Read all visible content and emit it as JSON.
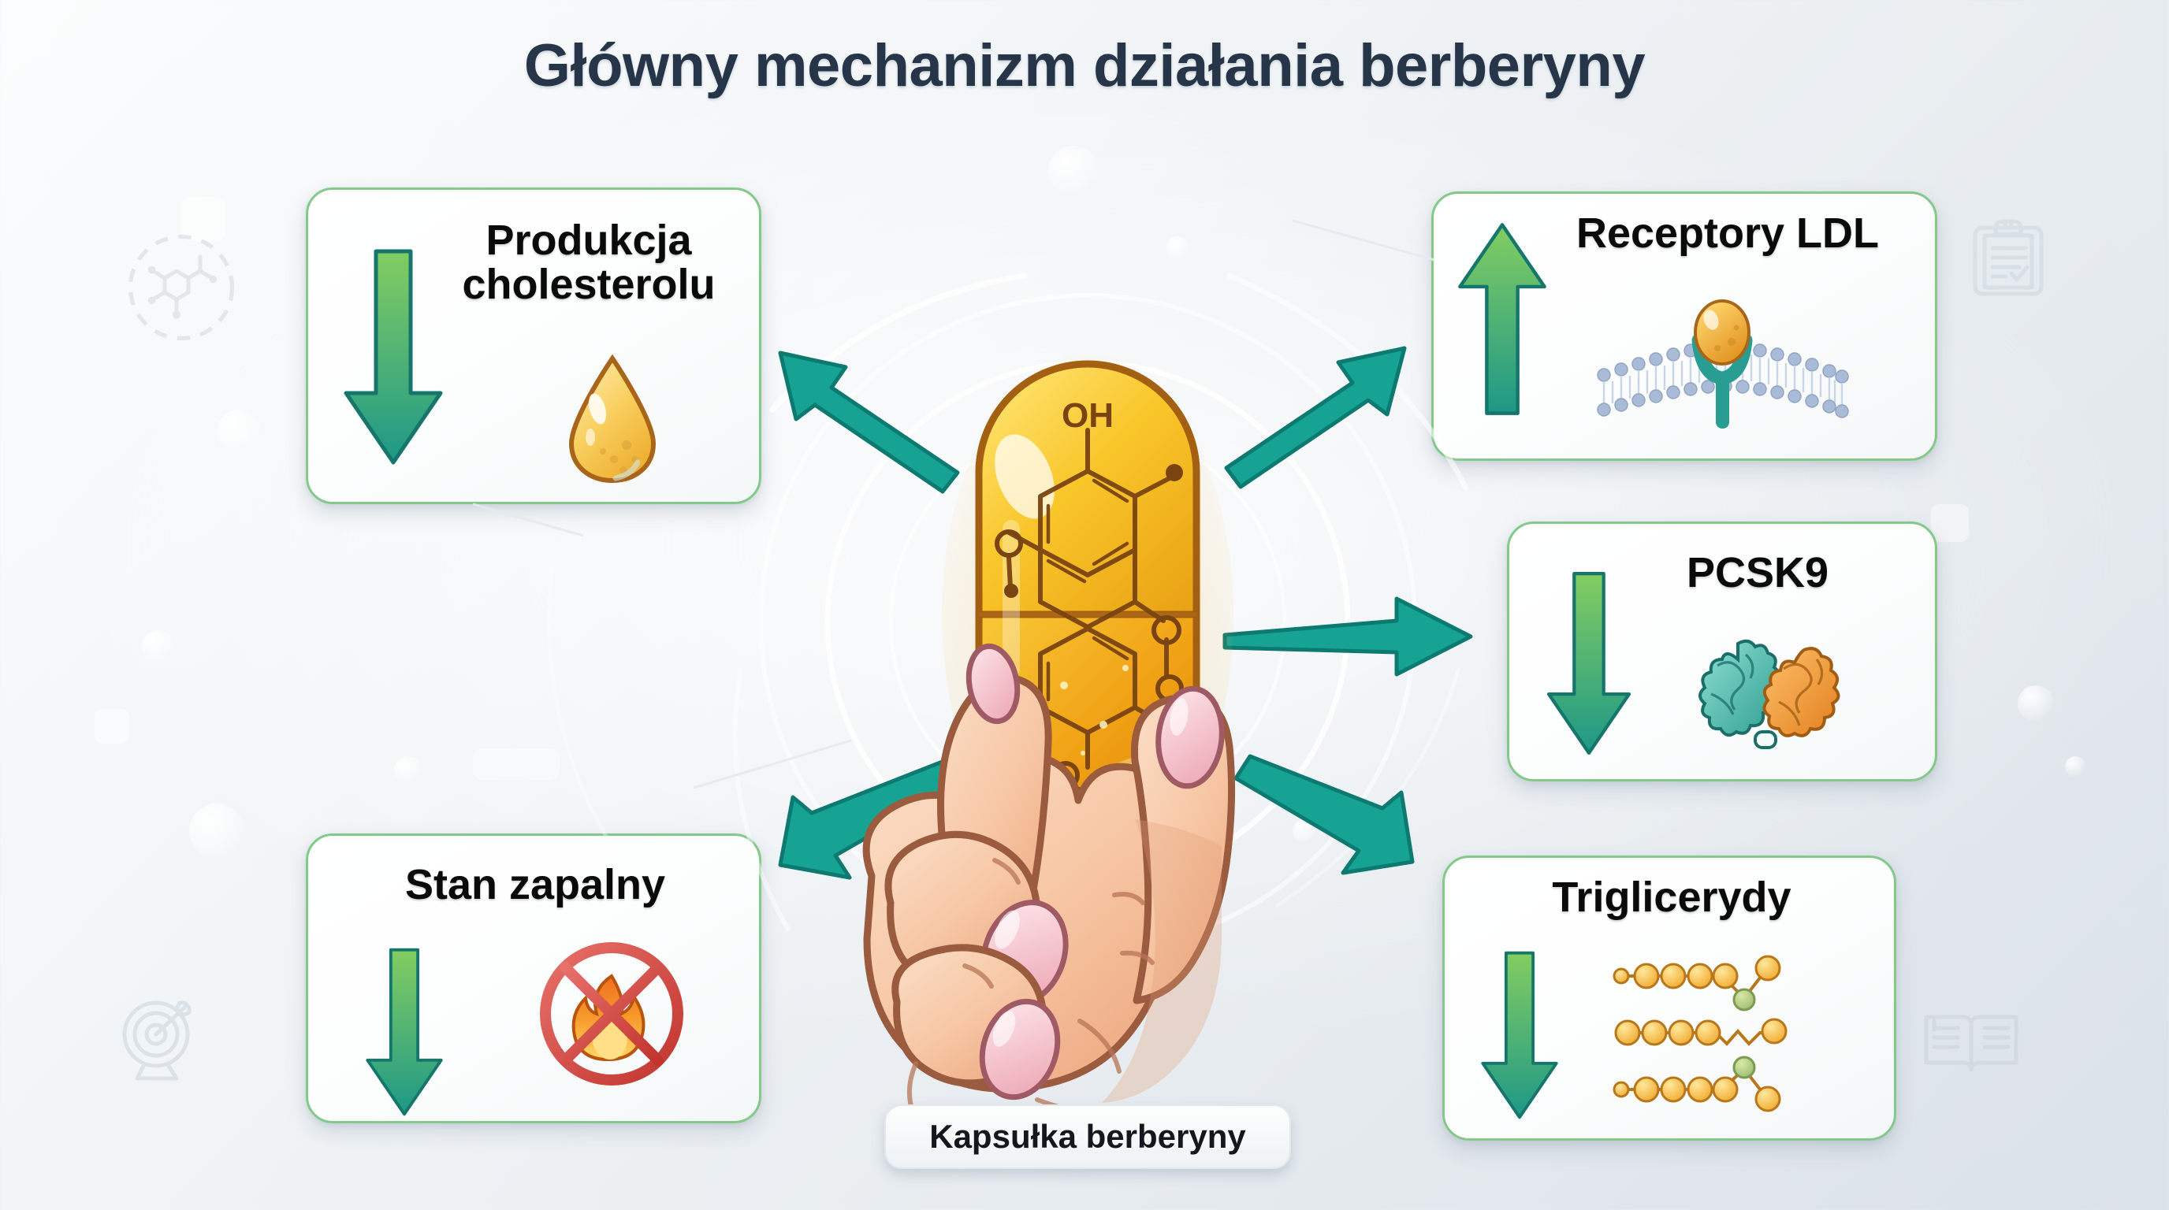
{
  "header": {
    "title": "Główny mechanizm działania berberyny"
  },
  "center": {
    "caption": "Kapsułka berberyny",
    "capsule_molecule_label": "OH",
    "capsule_colors": {
      "shell": "#f5c026",
      "body": "#ef9b0f",
      "outline": "#a35f12"
    },
    "hand_colors": {
      "skin": "#f6c3a2",
      "outline": "#9a5b3f",
      "nail": "#f0b3bd"
    }
  },
  "theme": {
    "title_color": "#263648",
    "card_border": "#84c98a",
    "arrow_connector": "#17a394",
    "arrow_connector_stroke": "#0d7d73",
    "arrow_up_gradient": [
      "#7dc95f",
      "#1f9a86"
    ],
    "arrow_down_gradient": [
      "#7dc95f",
      "#1f9a86"
    ],
    "background_from": "#fbfcfd",
    "background_to": "#dbe2e8"
  },
  "cards": [
    {
      "id": "card-cholesterol",
      "label": "Produkcja\ncholesterolu",
      "direction": "down",
      "direction_meaning": "decrease",
      "visual": "oil-droplet-icon",
      "position": "top-left"
    },
    {
      "id": "card-inflammation",
      "label": "Stan zapalny",
      "direction": "down",
      "direction_meaning": "decrease",
      "visual": "no-fire-icon",
      "position": "bottom-left"
    },
    {
      "id": "card-ldl",
      "label": "Receptory LDL",
      "direction": "up",
      "direction_meaning": "increase",
      "visual": "membrane-receptor-icon",
      "position": "top-right"
    },
    {
      "id": "card-pcsk9",
      "label": "PCSK9",
      "direction": "down",
      "direction_meaning": "decrease",
      "visual": "protein-pair-icon",
      "position": "middle-right"
    },
    {
      "id": "card-tg",
      "label": "Triglicerydy",
      "direction": "down",
      "direction_meaning": "decrease",
      "visual": "fatty-acid-chains-icon",
      "position": "bottom-right"
    }
  ],
  "connectors": [
    {
      "name": "connector-to-cholesterol",
      "target": "card-cholesterol"
    },
    {
      "name": "connector-to-ldl",
      "target": "card-ldl"
    },
    {
      "name": "connector-to-pcsk9",
      "target": "card-pcsk9"
    },
    {
      "name": "connector-to-inflammation",
      "target": "card-inflammation"
    },
    {
      "name": "connector-to-triglycerides",
      "target": "card-tg"
    }
  ],
  "watermarks": [
    {
      "name": "molecule-circle-watermark",
      "position": "top-left"
    },
    {
      "name": "clipboard-check-watermark",
      "position": "top-right"
    },
    {
      "name": "target-dart-watermark",
      "position": "bottom-left"
    },
    {
      "name": "open-book-watermark",
      "position": "bottom-right"
    }
  ]
}
